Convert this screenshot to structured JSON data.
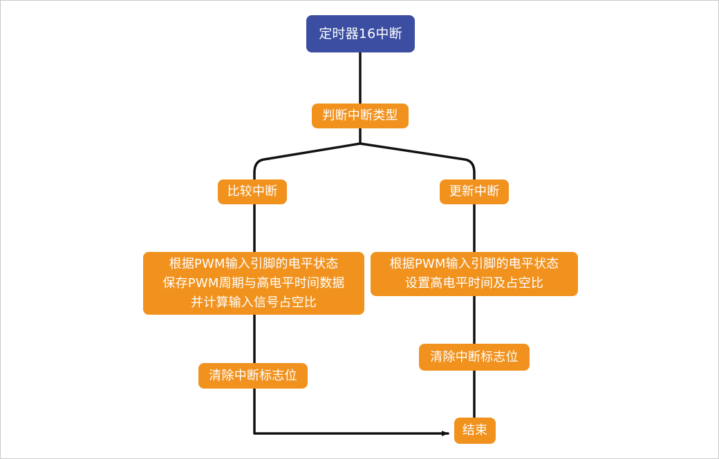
{
  "colors": {
    "start": "#3b4ea1",
    "step": "#f1921e",
    "line": "#111111"
  },
  "flowchart": {
    "start": "定时器16中断",
    "judge": "判断中断类型",
    "left": {
      "branch": "比较中断",
      "process": "根据PWM输入引脚的电平状态\n保存PWM周期与高电平时间数据\n并计算输入信号占空比",
      "clear": "清除中断标志位"
    },
    "right": {
      "branch": "更新中断",
      "process": "根据PWM输入引脚的电平状态\n设置高电平时间及占空比",
      "clear": "清除中断标志位"
    },
    "end": "结束"
  }
}
